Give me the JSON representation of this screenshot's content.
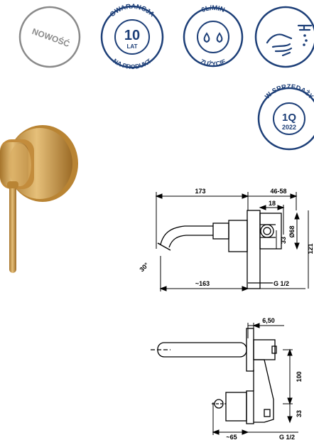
{
  "badges": {
    "nowosc": "NOWOŚĆ",
    "gwarancja_top": "GWARANCJA",
    "gwarancja_num": "10",
    "gwarancja_unit": "LAT",
    "gwarancja_bottom": "NA PRODUKT",
    "flow_top": "6L/MIN",
    "flow_bottom": "ZUŻYCIE",
    "sale_top": "W SPRZEDAŻY",
    "sale_q": "1Q",
    "sale_year": "2022"
  },
  "drawing_top": {
    "dim_173": "173",
    "dim_46_58": "46-58",
    "dim_18": "18",
    "dim_phi68": "Ø68",
    "dim_121": "121",
    "dim_33": "33",
    "dim_30deg": "30°",
    "dim_163": "~163",
    "dim_g12": "G 1/2"
  },
  "drawing_bottom": {
    "dim_6_50": "6,50",
    "dim_100": "100",
    "dim_33": "33",
    "dim_65": "~65",
    "dim_g12": "G 1/2"
  },
  "colors": {
    "badge_blue": "#1d3f78",
    "badge_grey": "#8a8a8a",
    "gold": "#c99a4a"
  }
}
